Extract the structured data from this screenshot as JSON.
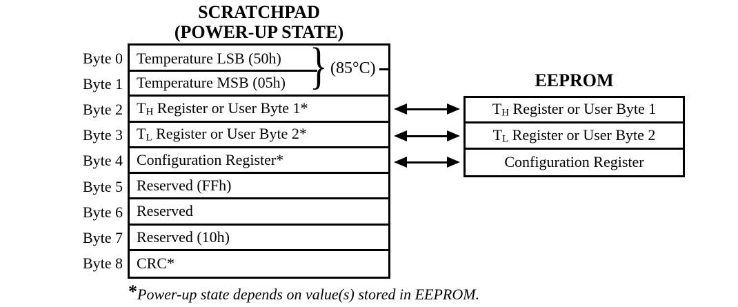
{
  "scratchpad": {
    "title_line1": "SCRATCHPAD",
    "title_line2": "(POWER-UP STATE)",
    "rows": [
      {
        "label": "Byte 0",
        "text": "Temperature LSB (50h)"
      },
      {
        "label": "Byte 1",
        "text": "Temperature MSB (05h)"
      },
      {
        "label": "Byte 2",
        "pre": "T",
        "sub": "H",
        "text": " Register or User Byte 1*"
      },
      {
        "label": "Byte 3",
        "pre": "T",
        "sub": "L",
        "text": " Register or User Byte 2*"
      },
      {
        "label": "Byte 4",
        "text": "Configuration Register*"
      },
      {
        "label": "Byte 5",
        "text": "Reserved (FFh)"
      },
      {
        "label": "Byte 6",
        "text": "Reserved"
      },
      {
        "label": "Byte 7",
        "text": "Reserved (10h)"
      },
      {
        "label": "Byte 8",
        "text": "CRC*"
      }
    ],
    "temp_annotation": "(85°C)",
    "brace_glyph": "}"
  },
  "eeprom": {
    "title": "EEPROM",
    "rows": [
      {
        "pre": "T",
        "sub": "H",
        "text": " Register or User Byte 1"
      },
      {
        "pre": "T",
        "sub": "L",
        "text": " Register or User Byte 2"
      },
      {
        "text": "Configuration Register"
      }
    ]
  },
  "footnote": {
    "marker": "*",
    "text": "Power-up state depends on value(s) stored in EEPROM."
  },
  "colors": {
    "line": "#000000",
    "background": "#ffffff",
    "text": "#000000"
  }
}
